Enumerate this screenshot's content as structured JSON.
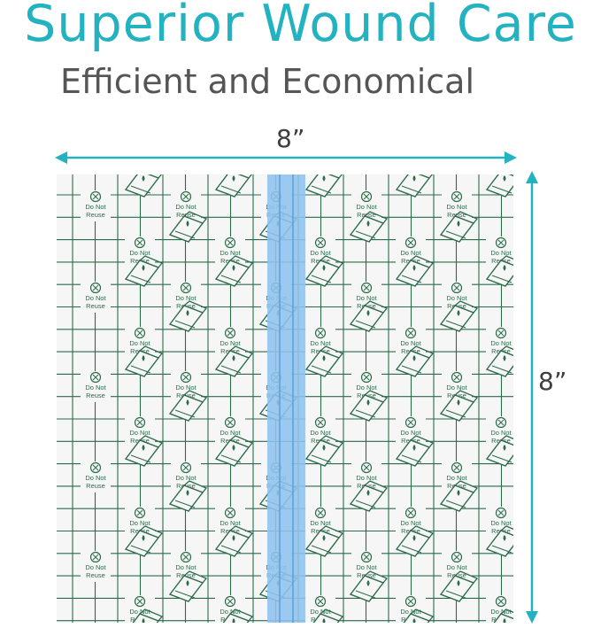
{
  "header": {
    "title": "Superior Wound Care",
    "subtitle": "Efficient and Economical"
  },
  "dimensions": {
    "width_label": "8”",
    "height_label": "8”"
  },
  "dressing": {
    "print_line1": "Do Not",
    "print_line2": "Reuse",
    "colors": {
      "accent": "#22b2c0",
      "grid": "#2b6b4a",
      "film": "#f6f6f6",
      "strip": "#8fc3ee"
    }
  }
}
